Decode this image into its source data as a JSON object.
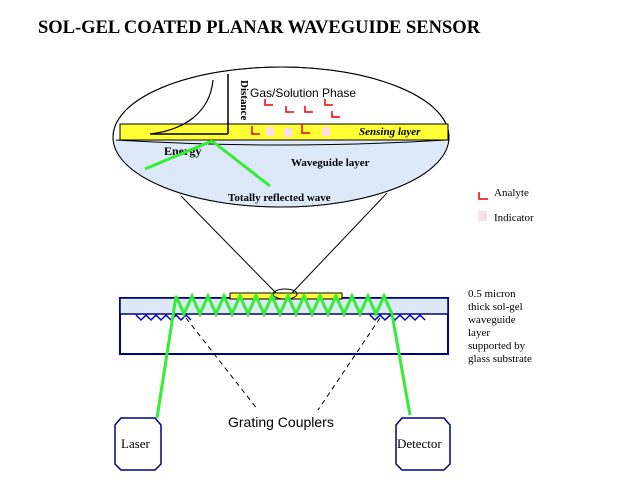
{
  "title": "SOL-GEL COATED PLANAR WAVEGUIDE SENSOR",
  "labels": {
    "distance": "Distance",
    "phase": "Gas/Solution Phase",
    "sensing_layer": "Sensing layer",
    "energy": "Energy",
    "waveguide_layer": "Waveguide layer",
    "reflected": "Totally reflected wave",
    "analyte": "Analyte",
    "indicator": "Indicator",
    "description": [
      "0.5 micron",
      "thick sol-gel",
      "waveguide",
      "layer",
      "supported by",
      "glass substrate"
    ],
    "grating": "Grating Couplers",
    "laser": "Laser",
    "detector": "Detector"
  },
  "colors": {
    "sensing": "#ffff33",
    "waveguide": "#dde8f8",
    "light": "#33ee33",
    "analyte": "#ee0000",
    "indicator": "#ffdde6",
    "grating": "#0000cc",
    "substrate_border": "#000080"
  }
}
